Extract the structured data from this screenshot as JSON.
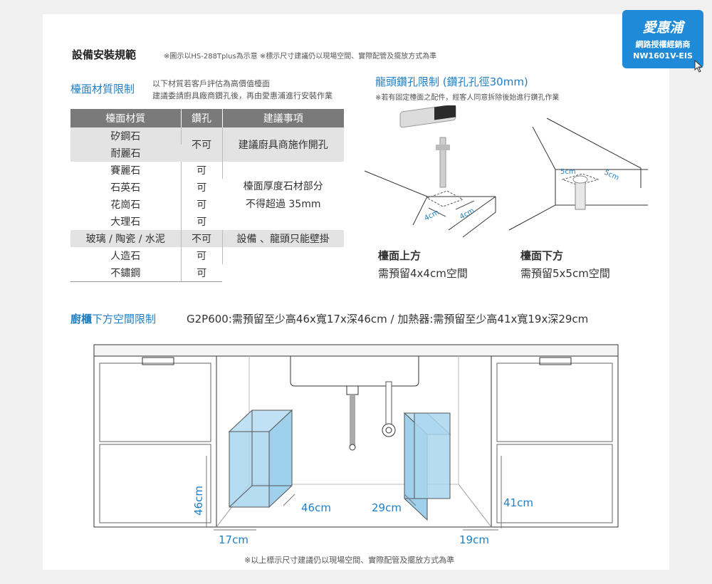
{
  "header": {
    "title": "設備安裝規範",
    "note": "※圖示以HS-288Tplus為示意 ※標示尺寸建議仍以現場空間、實際配管及擺放方式為準"
  },
  "badge": {
    "brand": "愛惠浦",
    "line1": "網路授權經銷商",
    "line2": "NW1601V-EIS"
  },
  "counter": {
    "heading": "檯面材質限制",
    "desc1": "以下材質若客戶評估為高價值檯面",
    "desc2": "建議委請廚具廠商鑽孔後，再由愛惠浦進行安裝作業",
    "columns": [
      "檯面材質",
      "鑽孔",
      "建議事項"
    ],
    "rows": [
      {
        "material": "矽鋼石",
        "drill": "不可",
        "advice": "建議廚具商施作開孔"
      },
      {
        "material": "耐麗石",
        "drill": "",
        "advice": ""
      },
      {
        "material": "賽麗石",
        "drill": "可",
        "advice": ""
      },
      {
        "material": "石英石",
        "drill": "可",
        "advice": "檯面厚度石材部分"
      },
      {
        "material": "花崗石",
        "drill": "可",
        "advice": "不得超過 35mm"
      },
      {
        "material": "大理石",
        "drill": "可",
        "advice": ""
      },
      {
        "material": "玻璃 / 陶瓷 / 水泥",
        "drill": "不可",
        "advice": "設備 、龍頭只能壁掛"
      },
      {
        "material": "人造石",
        "drill": "可",
        "advice": ""
      },
      {
        "material": "不鏽鋼",
        "drill": "可",
        "advice": ""
      }
    ]
  },
  "faucet": {
    "heading": "龍頭鑽孔限制 (鑽孔孔徑30mm)",
    "note": "※若有固定檯面之配件，經客人同意拆除後始進行鑽孔作業",
    "top_label": "檯面上方",
    "top_desc": "需預留4x4cm空間",
    "top_dim1": "4cm",
    "top_dim2": "4cm",
    "bottom_label": "檯面下方",
    "bottom_desc": "需預留5x5cm空間",
    "bottom_dim1": "5cm",
    "bottom_dim2": "5cm"
  },
  "cabinet": {
    "heading_a": "廚櫃",
    "heading_b": "下方空間限制",
    "spec": "G2P600:需預留至少高46x寬17x深46cm / 加熱器:需預留至少高41x寬19x深29cm",
    "left_h": "46cm",
    "left_d": "46cm",
    "left_w": "17cm",
    "right_d": "29cm",
    "right_h": "41cm",
    "right_w": "19cm",
    "footnote": "※以上標示尺寸建議仍以現場空間、實際配管及擺放方式為準"
  },
  "colors": {
    "accent": "#1f7fc4",
    "box_fill": "#9fd0ec",
    "table_header": "#7a7a7a"
  }
}
